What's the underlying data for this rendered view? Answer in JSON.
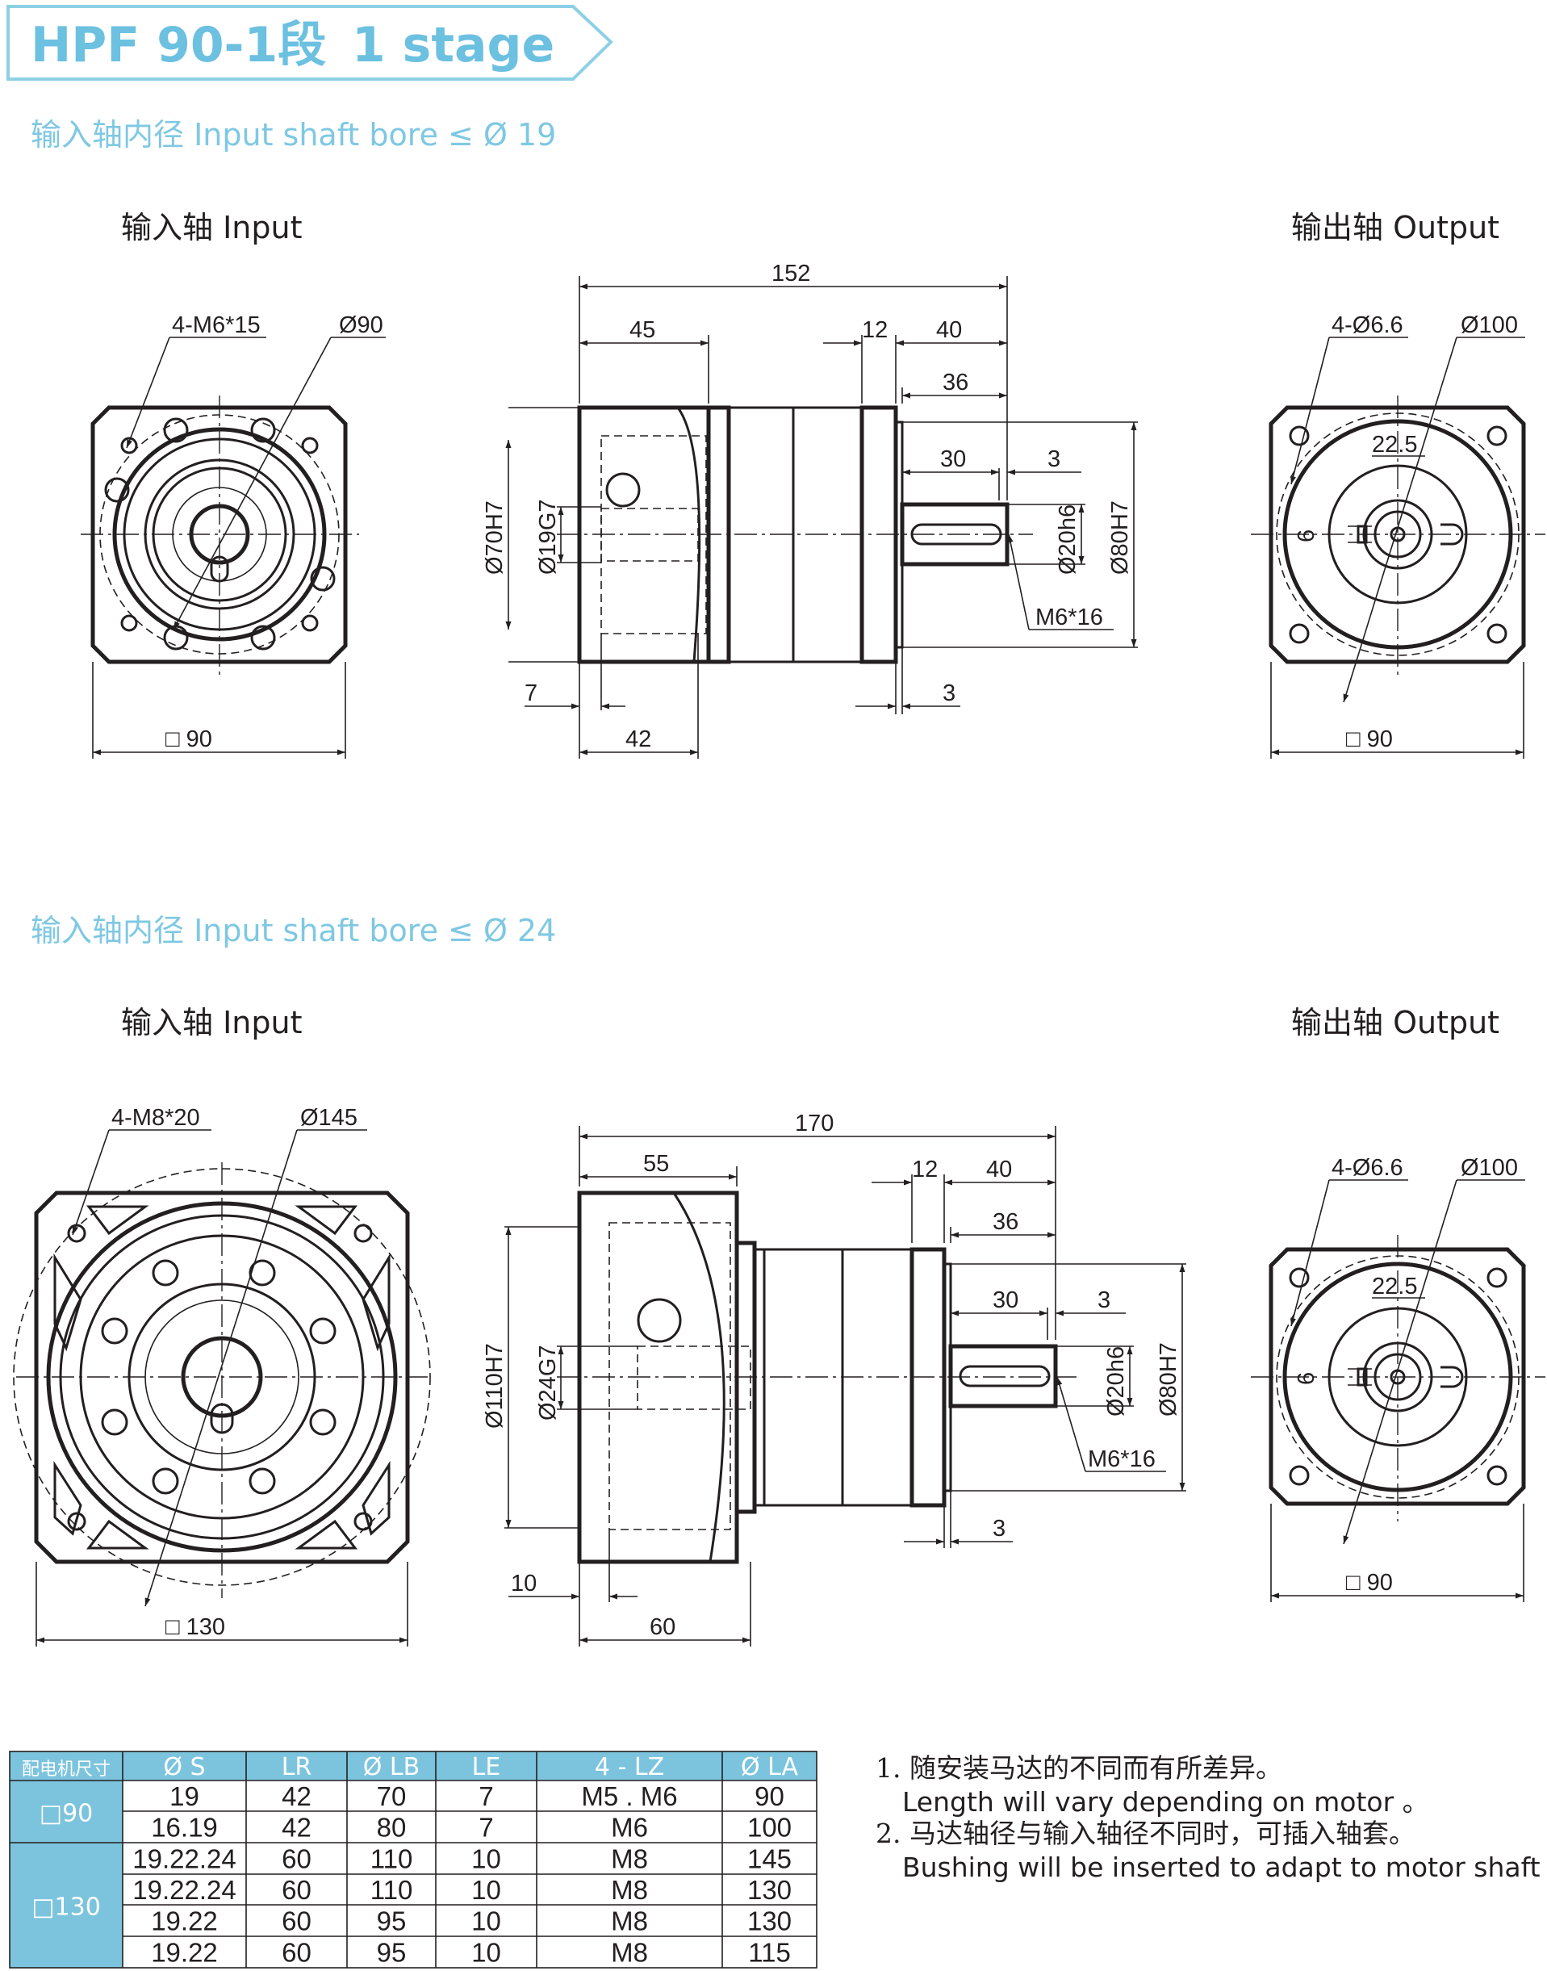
{
  "title": {
    "model": "HPF 90-1段",
    "stage": "1 stage"
  },
  "colors": {
    "accent": "#6cc0e0",
    "subtitle": "#7ec8e3",
    "table_header": "#7cc4dd",
    "line": "#231f20"
  },
  "section1": {
    "subtitle": "输入轴内径 Input shaft bore ≤ Ø 19",
    "input_label": "输入轴  Input",
    "output_label": "输出轴  Output",
    "input_view": {
      "holes": "4-M6*15",
      "pcd": "Ø90",
      "square": "□ 90"
    },
    "side_view": {
      "total": "152",
      "d45": "45",
      "d12": "12",
      "d40": "40",
      "d36": "36",
      "d30": "30",
      "d3a": "3",
      "bore_lb": "Ø70H7",
      "bore_s": "Ø19G7",
      "shaft": "Ø20h6",
      "pilot": "Ø80H7",
      "thread": "M6*16",
      "d7": "7",
      "d42": "42",
      "d3b": "3"
    },
    "output_view": {
      "holes": "4-Ø6.6",
      "pcd": "Ø100",
      "key_h": "22.5",
      "key_w": "6",
      "square": "□ 90"
    }
  },
  "section2": {
    "subtitle": "输入轴内径 Input shaft bore ≤ Ø 24",
    "input_label": "输入轴  Input",
    "output_label": "输出轴  Output",
    "input_view": {
      "holes": "4-M8*20",
      "pcd": "Ø145",
      "square": "□ 130"
    },
    "side_view": {
      "total": "170",
      "d55": "55",
      "d12": "12",
      "d40": "40",
      "d36": "36",
      "d30": "30",
      "d3a": "3",
      "bore_lb": "Ø110H7",
      "bore_s": "Ø24G7",
      "shaft": "Ø20h6",
      "pilot": "Ø80H7",
      "thread": "M6*16",
      "d10": "10",
      "d60": "60",
      "d3b": "3"
    },
    "output_view": {
      "holes": "4-Ø6.6",
      "pcd": "Ø100",
      "key_h": "22.5",
      "key_w": "6",
      "square": "□ 90"
    }
  },
  "table": {
    "headers": [
      "配电机尺寸",
      "Ø S",
      "LR",
      "Ø LB",
      "LE",
      "4 - LZ",
      "Ø LA"
    ],
    "groups": [
      {
        "label": "□90",
        "rows": [
          [
            "19",
            "42",
            "70",
            "7",
            "M5 . M6",
            "90"
          ],
          [
            "16.19",
            "42",
            "80",
            "7",
            "M6",
            "100"
          ]
        ]
      },
      {
        "label": "□130",
        "rows": [
          [
            "19.22.24",
            "60",
            "110",
            "10",
            "M8",
            "145"
          ],
          [
            "19.22.24",
            "60",
            "110",
            "10",
            "M8",
            "130"
          ],
          [
            "19.22",
            "60",
            "95",
            "10",
            "M8",
            "130"
          ],
          [
            "19.22",
            "60",
            "95",
            "10",
            "M8",
            "115"
          ]
        ]
      }
    ]
  },
  "notes": {
    "n1_cn": "1. 随安装马达的不同而有所差异。",
    "n1_en": "Length will vary depending on motor 。",
    "n2_cn": "2. 马达轴径与输入轴径不同时，可插入轴套。",
    "n2_en": "Bushing will be inserted to adapt to motor shaft 。"
  }
}
